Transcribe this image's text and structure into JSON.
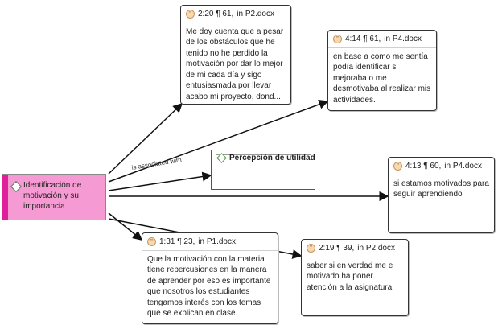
{
  "main_code": {
    "label": "Identificación de motivación y su importancia"
  },
  "secondary_code": {
    "label": "Percepción de utilidad"
  },
  "relation_label": "is associated with",
  "quotes": [
    {
      "id": "2:20 ¶ 61,",
      "doc": "in P2.docx",
      "text": "Me doy cuenta que a pesar de los obstáculos que he tenido no he perdido la motivación por dar lo mejor de mi cada día y sigo entusiasmada por llevar acabo mi proyecto, dond..."
    },
    {
      "id": "4:14 ¶ 61,",
      "doc": "in P4.docx",
      "text": "en base a como me sentía podía identificar si mejoraba o me desmotivaba al realizar mis actividades."
    },
    {
      "id": "4:13 ¶ 60,",
      "doc": "in P4.docx",
      "text": "si estamos motivados para seguir aprendiendo"
    },
    {
      "id": "1:31 ¶ 23,",
      "doc": "in P1.docx",
      "text": "Que la motivación con la materia tiene repercusiones en la manera de aprender por eso es importante que nosotros los estudiantes tengamos interés con los temas que se explican en clase."
    },
    {
      "id": "2:19 ¶ 39,",
      "doc": "in P2.docx",
      "text": "saber si en verdad me e motivado ha poner atención a la asignatura."
    }
  ],
  "colors": {
    "main_code_fill": "#f59ad2",
    "main_code_bar": "#e0209a",
    "quote_icon": "#f6d9b0",
    "secondary_icon": "#4a9a3a"
  }
}
